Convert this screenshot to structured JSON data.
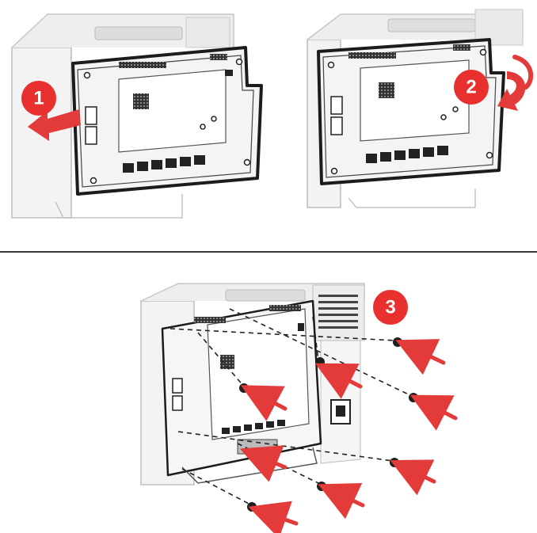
{
  "steps": [
    {
      "number": "1",
      "action": "slide-left"
    },
    {
      "number": "2",
      "action": "swing-out"
    },
    {
      "number": "3",
      "action": "insert-screws"
    }
  ],
  "colors": {
    "callout": "#e8312f",
    "arrow": "#e33a3a",
    "outline": "#1c1c1c",
    "panel": "#f4f4f4",
    "printer": "#e6e6e6",
    "divider": "#3a3a3a"
  },
  "screws": {
    "count": 7
  }
}
